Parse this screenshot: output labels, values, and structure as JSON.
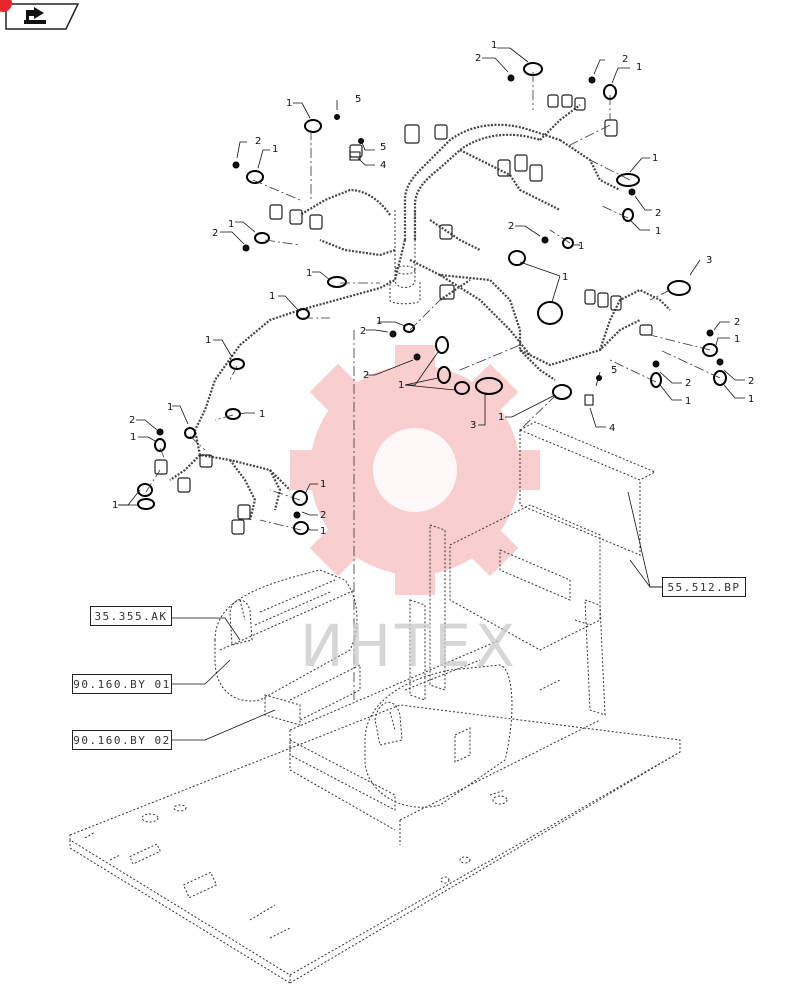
{
  "navigation": {
    "back_icon": "return-arrow-icon",
    "badge_color": "#e8262b"
  },
  "references": {
    "r1": "35.355.AK",
    "r2": "90.160.BY 01",
    "r3": "90.160.BY 02",
    "r4": "55.512.BP"
  },
  "callouts": [
    "1",
    "2",
    "3",
    "4",
    "5"
  ],
  "watermark": {
    "text": "ИНТЕХ",
    "color": "#e8262b"
  }
}
